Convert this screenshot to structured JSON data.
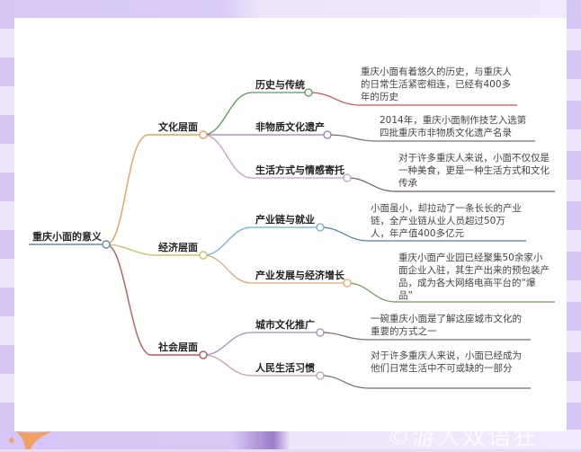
{
  "mindmap": {
    "root": {
      "label": "重庆小面的意义",
      "color": "#5b8fb0"
    },
    "branches": [
      {
        "label": "文化层面",
        "color": "#e8a05c",
        "children": [
          {
            "label": "历史与传统",
            "color": "#5c9a57",
            "leaf_color": "#c9504a",
            "detail": "重庆小面有着悠久的历史，与重庆人的日常生活紧密相连，已经有400多年的历史"
          },
          {
            "label": "非物质文化遗产",
            "color": "#9a7cb4",
            "leaf_color": "#7a6a7a",
            "detail": "2014年，重庆小面制作技艺入选第四批重庆市非物质文化遗产名录"
          },
          {
            "label": "生活方式与情感寄托",
            "color": "#c79ac9",
            "leaf_color": "#6a5a6a",
            "detail": "对于许多重庆人来说，小面不仅仅是一种美食，更是一种生活方式和文化传承"
          }
        ]
      },
      {
        "label": "经济层面",
        "color": "#c9c46a",
        "children": [
          {
            "label": "产业链与就业",
            "color": "#6ab0d0",
            "leaf_color": "#4f7f96",
            "detail": "小面虽小，却拉动了一条长长的产业链，全产业链从业人员超过50万人，年产值400多亿元"
          },
          {
            "label": "产业发展与经济增长",
            "color": "#e0a870",
            "leaf_color": "#6a9a5a",
            "detail": "重庆小面产业园已经聚集50余家小面企业入驻，其生产出来的预包装产品，成为各大网络电商平台的“爆品”"
          }
        ]
      },
      {
        "label": "社会层面",
        "color": "#b85a5a",
        "children": [
          {
            "label": "城市文化推广",
            "color": "#a08cc0",
            "leaf_color": "#7a6a6a",
            "detail": "一碗重庆小面是了解这座城市文化的重要的方式之一"
          },
          {
            "label": "人民生活习惯",
            "color": "#c89ab8",
            "leaf_color": "#7a6a6a",
            "detail": "对于许多重庆人来说，小面已经成为他们日常生活中不可或缺的一部分"
          }
        ]
      }
    ]
  },
  "watermark": "©游人双语狂"
}
